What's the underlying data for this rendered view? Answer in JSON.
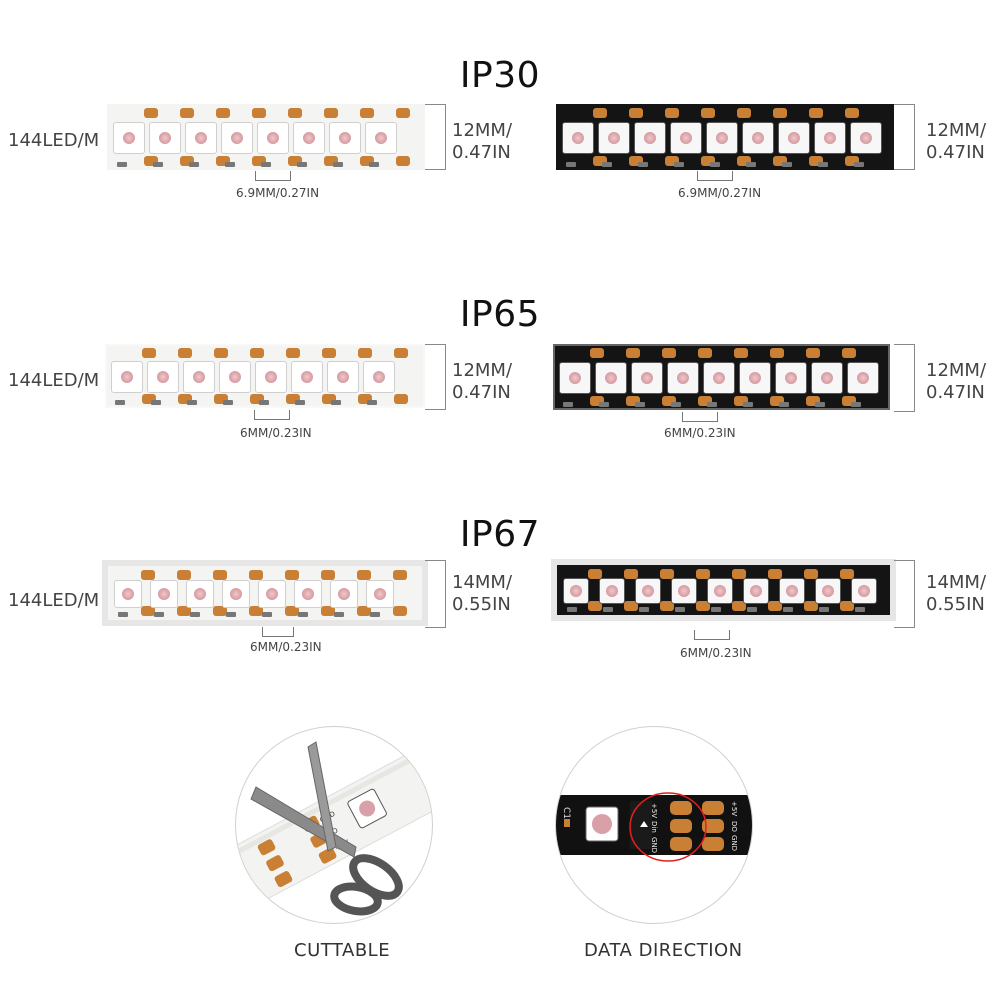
{
  "sections": [
    {
      "title": "IP30",
      "density": "144LED/M",
      "width_line1": "12MM/",
      "width_line2": "0.47IN",
      "strips": [
        {
          "pitch": "6.9MM/0.27IN"
        },
        {
          "pitch": "6.9MM/0.27IN"
        }
      ]
    },
    {
      "title": "IP65",
      "density": "144LED/M",
      "width_line1": "12MM/",
      "width_line2": "0.47IN",
      "strips": [
        {
          "pitch": "6MM/0.23IN"
        },
        {
          "pitch": "6MM/0.23IN"
        }
      ]
    },
    {
      "title": "IP67",
      "density": "144LED/M",
      "width_line1": "14MM/",
      "width_line2": "0.55IN",
      "strips": [
        {
          "pitch": "6MM/0.23IN"
        },
        {
          "pitch": "6MM/0.23IN"
        }
      ]
    }
  ],
  "features": {
    "cut": {
      "caption": "CUTTABLE",
      "pad_labels": [
        "GND",
        "DO",
        "+5V"
      ]
    },
    "data": {
      "caption": "DATA DIRECTION",
      "component_label": "C1",
      "pad_labels": [
        "+5V",
        "Din",
        "GND",
        "+5V",
        "DO",
        "GND"
      ]
    }
  },
  "colors": {
    "pcb_white": "#f4f4f2",
    "pcb_black": "#141414",
    "solder_pad": "#c98035",
    "highlight_ring": "#e02020"
  }
}
